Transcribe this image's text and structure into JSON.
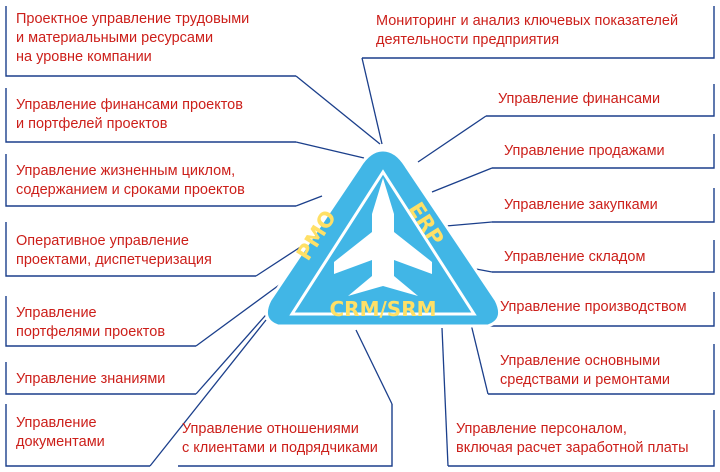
{
  "left_items": [
    "Проектное управление трудовыми\nи материальными ресурсами\nна уровне компании",
    "Управление финансами проектов\nи портфелей проектов",
    "Управление жизненным циклом,\nсодержанием и сроками проектов",
    "Оперативное управление\nпроектами, диспетчеризация",
    "Управление\nпортфелями проектов",
    "Управление знаниями",
    "Управление\nдокументами"
  ],
  "top_right_item": "Мониторинг и анализ ключевых показателей\nдеятельности предприятия",
  "right_items": [
    "Управление финансами",
    "Управление продажами",
    "Управление закупками",
    "Управление складом",
    "Управление производством",
    "Управление основными\nсредствами и ремонтами"
  ],
  "bottom_items": [
    "Управление отношениями\nс клиентами и подрядчиками",
    "Управление персоналом,\nвключая расчет заработной платы"
  ],
  "logo": {
    "left_label": "PMO",
    "right_label": "ERP",
    "bottom_label": "CRM/SRM"
  },
  "colors": {
    "text": "#cc1f1a",
    "lines": "#1b3f8b",
    "logo_fill": "#41b6e6",
    "logo_text": "#ffe066"
  }
}
